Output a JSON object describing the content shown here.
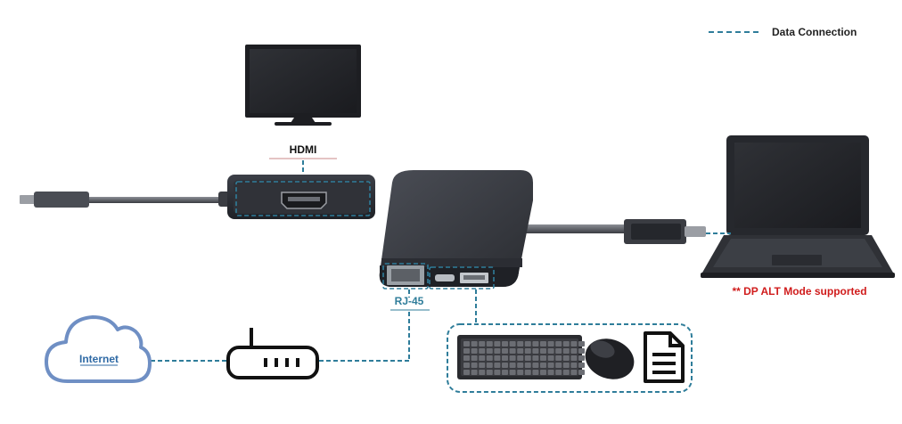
{
  "legend": {
    "label": "Data Connection"
  },
  "labels": {
    "hdmi": "HDMI",
    "rj45": "RJ-45",
    "internet": "Internet",
    "dp_alt": "** DP ALT Mode supported"
  },
  "colors": {
    "dashed_line": "#2f7d9a",
    "cloud": "#6f8fc4",
    "warning_text": "#d01c1c",
    "device_dark": "#2b2d33"
  },
  "icons": [
    "monitor-icon",
    "laptop-icon",
    "router-icon",
    "cloud-icon",
    "keyboard-icon",
    "mouse-icon",
    "document-icon"
  ]
}
